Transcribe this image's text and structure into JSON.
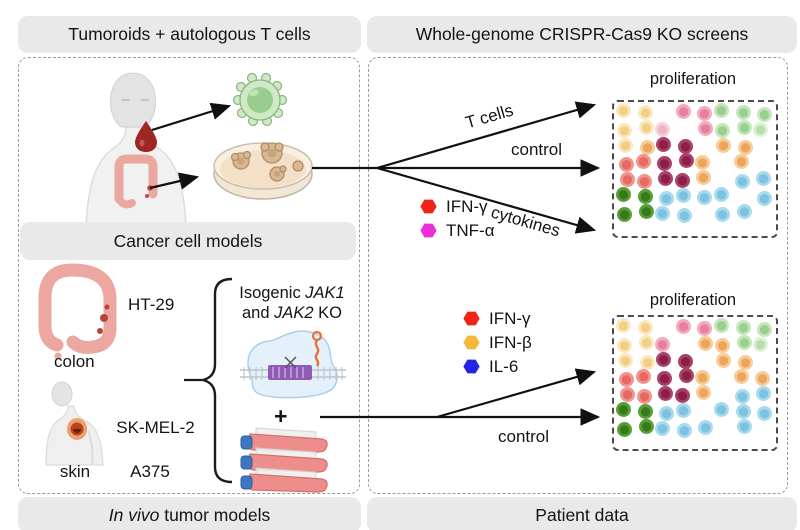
{
  "headers": {
    "top_left": "Tumoroids + autologous T cells",
    "top_right": "Whole-genome CRISPR-Cas9 KO screens",
    "cancer_models": "Cancer cell models",
    "bottom_left_italic": "In vivo",
    "bottom_left_rest": " tumor models",
    "bottom_right": "Patient data"
  },
  "left_panel": {
    "colon_cell_line": "HT-29",
    "colon_label": "colon",
    "skin_cell_line_1": "SK-MEL-2",
    "skin_cell_line_2": "A375",
    "skin_label": "skin",
    "isogenic": {
      "line1_pre": "Isogenic ",
      "line1_it": "JAK1",
      "line2_pre": "and ",
      "line2_it": "JAK2",
      "line2_post": " KO"
    },
    "plus_sign": "+"
  },
  "top_screen": {
    "arrow_t_cells": "T cells",
    "arrow_control": "control",
    "arrow_cytokines": "cytokines",
    "proliferation_label": "proliferation",
    "legend": [
      {
        "label": "IFN-γ",
        "color": "#ee2418"
      },
      {
        "label": "TNF-α",
        "color": "#ee2fd4"
      }
    ]
  },
  "bottom_screen": {
    "arrow_control": "control",
    "proliferation_label": "proliferation",
    "legend": [
      {
        "label": "IFN-γ",
        "color": "#ee2418"
      },
      {
        "label": "IFN-β",
        "color": "#f5b83d"
      },
      {
        "label": "IL-6",
        "color": "#2323e6"
      }
    ]
  },
  "cell_palette": {
    "y": [
      "#f9e8c0",
      "#f1d083"
    ],
    "pl": [
      "#f7d3da",
      "#efb4c2"
    ],
    "p": [
      "#f3abbd",
      "#e87f9d"
    ],
    "g": [
      "#c6e5bd",
      "#98d08d"
    ],
    "gl": [
      "#def0d8",
      "#b7dfae"
    ],
    "m": [
      "#a84367",
      "#8b1f49"
    ],
    "s": [
      "#f1948d",
      "#e66a61"
    ],
    "o": [
      "#f7cc99",
      "#eda55e"
    ],
    "b": [
      "#a8daee",
      "#7cc3e2"
    ],
    "dg": [
      "#579f35",
      "#37791b"
    ]
  },
  "cell_grids": {
    "top": [
      [
        "y",
        "y",
        null,
        "p",
        "p",
        "g",
        "g",
        "g"
      ],
      [
        "y",
        "y",
        "pl",
        null,
        "p",
        "g",
        "g",
        "gl"
      ],
      [
        "y",
        "o",
        "m",
        "m",
        null,
        "o",
        "o",
        null
      ],
      [
        "s",
        "s",
        "m",
        "m",
        "o",
        null,
        "o",
        null
      ],
      [
        "s",
        "s",
        "m",
        "m",
        "o",
        null,
        "b",
        "b"
      ],
      [
        "dg",
        "dg",
        "b",
        "b",
        "b",
        "b",
        null,
        "b"
      ],
      [
        "dg",
        "dg",
        "b",
        "b",
        null,
        "b",
        "b",
        null
      ]
    ],
    "bottom": [
      [
        "y",
        "y",
        null,
        "p",
        "p",
        "g",
        "g",
        "g"
      ],
      [
        "y",
        "y",
        "p",
        null,
        "o",
        "o",
        "g",
        "gl"
      ],
      [
        "y",
        "y",
        "m",
        "m",
        null,
        "o",
        "o",
        null
      ],
      [
        "s",
        "s",
        "m",
        "m",
        "o",
        null,
        "o",
        "o"
      ],
      [
        "s",
        "s",
        "m",
        "m",
        "o",
        null,
        "b",
        "b"
      ],
      [
        "dg",
        "dg",
        "b",
        "b",
        null,
        "b",
        "b",
        "b"
      ],
      [
        "dg",
        "dg",
        "b",
        "b",
        "b",
        null,
        "b",
        null
      ]
    ]
  }
}
